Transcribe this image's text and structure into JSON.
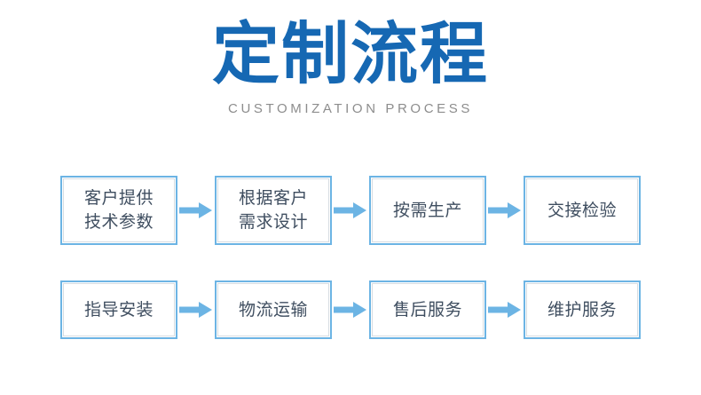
{
  "header": {
    "title": "定制流程",
    "subtitle": "CUSTOMIZATION PROCESS"
  },
  "colors": {
    "title_blue": "#1668b3",
    "box_border_blue": "#6cb4e4",
    "arrow_blue": "#6cb4e4",
    "box_text": "#3f4e60",
    "subtitle_gray": "#8d8d8d",
    "background": "#ffffff",
    "inner_line_gray": "#d7dde2"
  },
  "flow": {
    "rows": [
      {
        "steps": [
          {
            "label": "客户提供\n技术参数"
          },
          {
            "label": "根据客户\n需求设计"
          },
          {
            "label": "按需生产"
          },
          {
            "label": "交接检验"
          }
        ],
        "arrows": [
          "arrow-right-icon",
          "arrow-right-icon",
          "arrow-right-icon"
        ]
      },
      {
        "steps": [
          {
            "label": "指导安装"
          },
          {
            "label": "物流运输"
          },
          {
            "label": "售后服务"
          },
          {
            "label": "维护服务"
          }
        ],
        "arrows": [
          "arrow-right-icon",
          "arrow-right-icon",
          "arrow-right-icon"
        ]
      }
    ]
  }
}
